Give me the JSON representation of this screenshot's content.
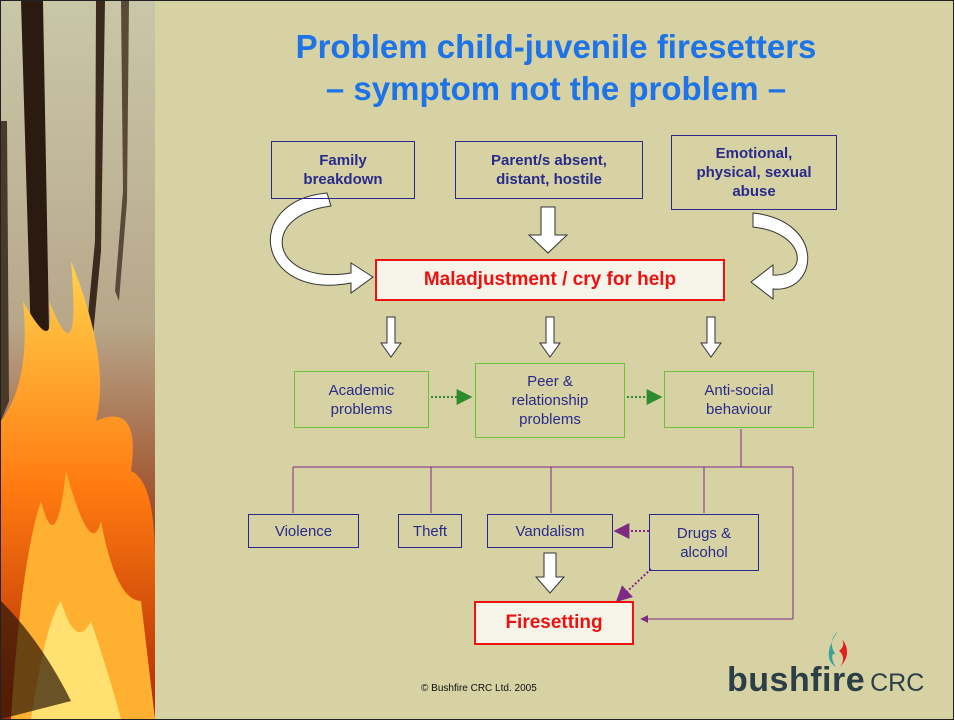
{
  "title": {
    "line1": "Problem child-juvenile firesetters",
    "line2": "– symptom not the problem –"
  },
  "causes": [
    {
      "line1": "Family",
      "line2": "breakdown"
    },
    {
      "line1": "Parent/s absent,",
      "line2": "distant, hostile"
    },
    {
      "line1": "Emotional,",
      "line2": "physical, sexual",
      "line3": "abuse"
    }
  ],
  "central": "Maladjustment / cry for help",
  "problems": [
    {
      "line1": "Academic",
      "line2": "problems"
    },
    {
      "line1": "Peer &",
      "line2": "relationship",
      "line3": "problems"
    },
    {
      "line1": "Anti-social",
      "line2": "behaviour"
    }
  ],
  "behaviours": {
    "violence": "Violence",
    "theft": "Theft",
    "vandalism": "Vandalism",
    "drugs_line1": "Drugs &",
    "drugs_line2": "alcohol"
  },
  "outcome": "Firesetting",
  "copyright": "© Bushfire CRC Ltd. 2005",
  "logo": {
    "word": "bushfire",
    "suffix": "CRC"
  },
  "colors": {
    "background": "#d6d2a3",
    "title": "#1e73e8",
    "highlight": "#ee1111",
    "box_text": "#2a2a8a",
    "green_border": "#6fbf3a",
    "connector": "#7d2a84"
  }
}
